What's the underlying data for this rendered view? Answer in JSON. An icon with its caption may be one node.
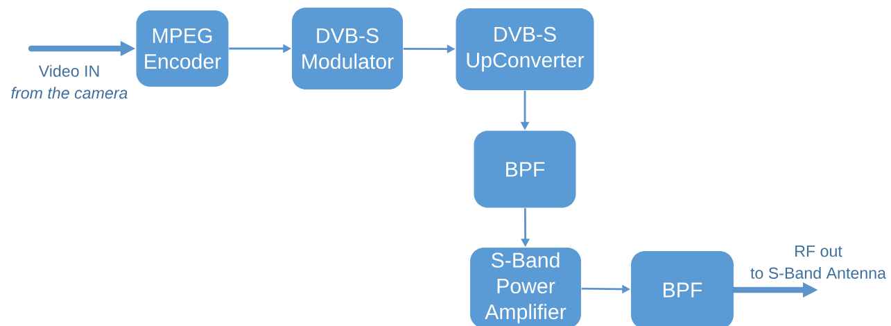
{
  "diagram": {
    "nodes": [
      {
        "text": [
          "Video IN",
          "from the camera"
        ]
      },
      {
        "text": [
          "MPEG Encoder"
        ]
      },
      {
        "text": [
          "DVB-S Modulator"
        ]
      },
      {
        "text": [
          "DVB-S UpConverter"
        ]
      },
      {
        "text": [
          "BPF"
        ]
      },
      {
        "text": [
          "S-Band Power Amplifier"
        ]
      },
      {
        "text": [
          "BPF"
        ]
      },
      {
        "text": [
          "RF out",
          "to S-Band Antenna"
        ]
      }
    ],
    "edges": [
      {
        "from": 0,
        "to": 1,
        "arrow": "to",
        "style": "thick"
      },
      {
        "from": 1,
        "to": 2,
        "arrow": "to"
      },
      {
        "from": 2,
        "to": 3,
        "arrow": "to"
      },
      {
        "from": 3,
        "to": 4,
        "arrow": "to"
      },
      {
        "from": 4,
        "to": 5,
        "arrow": "to"
      },
      {
        "from": 5,
        "to": 6,
        "arrow": "to"
      },
      {
        "from": 6,
        "to": 7,
        "arrow": "to",
        "style": "thick"
      }
    ]
  }
}
